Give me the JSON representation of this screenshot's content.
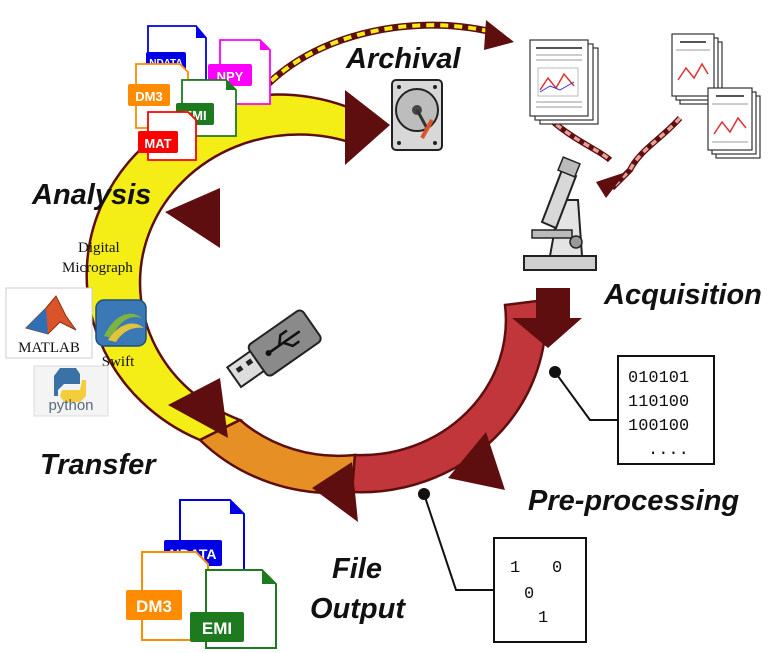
{
  "stages": {
    "archival": "Archival",
    "acquisition": "Acquisition",
    "preprocessing": "Pre-processing",
    "file_output_line1": "File",
    "file_output_line2": "Output",
    "transfer": "Transfer",
    "analysis": "Analysis"
  },
  "archival_formats": {
    "ndata": "NDATA",
    "npy": "NPY",
    "dm3": "DM3",
    "emi": "EMI",
    "mat": "MAT"
  },
  "output_formats": {
    "ndata": "NDATA",
    "dm3": "DM3",
    "emi": "EMI"
  },
  "software": {
    "dm_line1": "Digital",
    "dm_line2": "Micrograph",
    "matlab": "MATLAB",
    "swift": "Swift",
    "python": "python"
  },
  "binary_data": {
    "line1": "010101",
    "line2": "110100",
    "line3": "100100",
    "line4": "...."
  },
  "sparse_data": {
    "row1a": "1",
    "row1b": "0",
    "row2": "0",
    "row3": "1"
  },
  "colors": {
    "ring_yellow": "#f4ee16",
    "ring_orange": "#e58f25",
    "ring_red": "#c0363a",
    "arrow": "#5e0e0e",
    "dashed_yellow": "#f4ee16",
    "dashed_pink": "#e7a19c",
    "ndata": "#0000e6",
    "npy": "#ff00ff",
    "dm3": "#ff8c00",
    "emi": "#1e7a1e",
    "mat": "#ff0000"
  }
}
